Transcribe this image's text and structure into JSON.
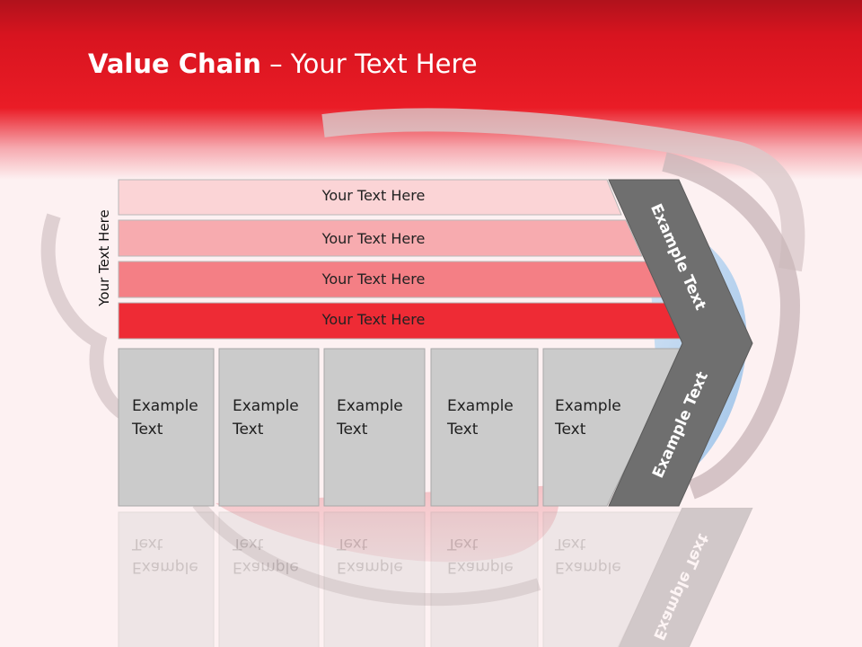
{
  "slide": {
    "title_bold": "Value Chain",
    "title_rest": " – Your Text Here",
    "side_label": "Your Text Here"
  },
  "bands": [
    {
      "label": "Your Text Here",
      "color": "#fbd4d6"
    },
    {
      "label": "Your Text Here",
      "color": "#f7abaf"
    },
    {
      "label": "Your Text Here",
      "color": "#f47f85"
    },
    {
      "label": "Your Text Here",
      "color": "#ee2b35"
    }
  ],
  "columns": [
    {
      "line1": "Example",
      "line2": "Text"
    },
    {
      "line1": "Example",
      "line2": "Text"
    },
    {
      "line1": "Example",
      "line2": "Text"
    },
    {
      "line1": "Example",
      "line2": "Text"
    },
    {
      "line1": "Example",
      "line2": "Text"
    }
  ],
  "chevron": {
    "upper_text": "Example Text",
    "lower_text": "Example Text",
    "color": "#6f6f6f"
  },
  "colors": {
    "column_fill": "#cbcbcb",
    "header_red": "#e31b24"
  }
}
